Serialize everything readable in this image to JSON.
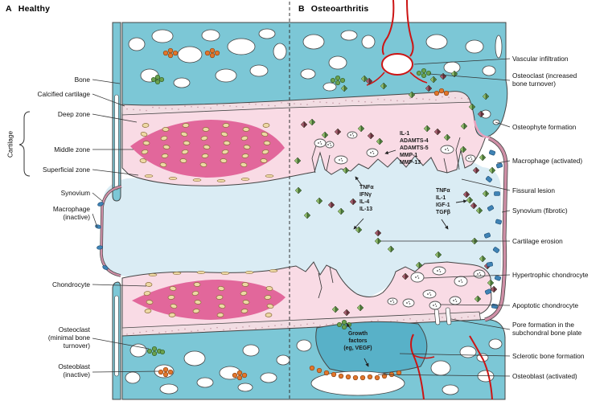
{
  "figure": {
    "panel_a": {
      "letter": "A",
      "title": "Healthy"
    },
    "panel_b": {
      "letter": "B",
      "title": "Osteoarthritis"
    }
  },
  "bracket_label": "Cartilage",
  "left_labels": {
    "bone": "Bone",
    "calcified_cartilage": "Calcified cartilage",
    "deep_zone": "Deep zone",
    "middle_zone": "Middle zone",
    "superficial_zone": "Superficial zone",
    "synovium": "Synovium",
    "macrophage_inactive": "Macrophage\n(inactive)",
    "chondrocyte": "Chondrocyte",
    "osteoclast_minimal": "Osteoclast\n(minimal bone\nturnover)",
    "osteoblast_inactive": "Osteoblast\n(inactive)"
  },
  "right_labels": {
    "vascular_infiltration": "Vascular infiltration",
    "osteoclast_increased": "Osteoclast (increased\nbone turnover)",
    "osteophyte_formation": "Osteophyte formation",
    "macrophage_activated": "Macrophage (activated)",
    "fissural_lesion": "Fissural lesion",
    "synovium_fibrotic": "Synovium (fibrotic)",
    "cartilage_erosion": "Cartilage erosion",
    "hypertrophic_chondrocyte": "Hypertrophic chondrocyte",
    "apoptotic_chondrocyte": "Apoptotic chondrocyte",
    "pore_formation": "Pore formation in the\nsubchondral bone plate",
    "sclerotic_bone_formation": "Sclerotic bone formation",
    "osteoblast_activated": "Osteoblast (activated)"
  },
  "annotations": {
    "degradative_enzymes": "IL-1\nADAMTS-4\nADAMTS-5\nMMP-1\nMMP-13",
    "cytokines_left": "TNFα\nIFNγ\nIL-4\nIL-13",
    "cytokines_right": "TNFα\nIL-1\nIGF-1\nTGFβ",
    "growth_factors": "Growth\nfactors\n(eg, VEGF)"
  },
  "colors": {
    "bone": "#7cc7d6",
    "sclerotic_bone": "#58b1c8",
    "cartilage": "#f9dbe5",
    "middle_zone": "#e2679b",
    "calcified_cartilage": "#f2dde3",
    "joint_fluid": "#daecf4",
    "chondrocyte": "#eed9a4",
    "osteoblast": "#e2762c",
    "osteoclast": "#6aa14f",
    "macrophage": "#3f83b5",
    "vessel": "#cc1414",
    "cytokine_green": "#4e7d3c",
    "cytokine_maroon": "#6e2f40",
    "synovium": "#cf8fa6"
  }
}
